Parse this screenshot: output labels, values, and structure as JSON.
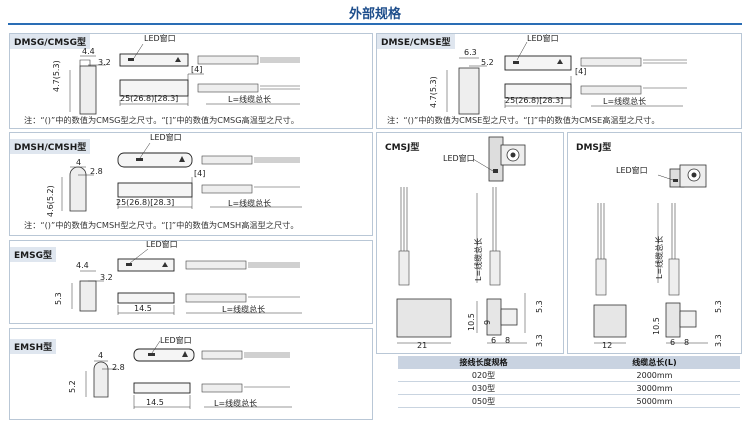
{
  "page": {
    "title": "外部规格"
  },
  "dmsg": {
    "header": "DMSG/CMSG型",
    "led": "LED窗口",
    "d_4_4": "4.4",
    "d_3_2": "3.2",
    "d_h": "4.7(5.3)",
    "d_4": "[4]",
    "d_len": "25(26.8)[28.3]",
    "d_cable": "L=线缆总长",
    "note": "注：“()”中的数值为CMSG型之尺寸。“[]”中的数值为CMSG高温型之尺寸。"
  },
  "dmse": {
    "header": "DMSE/CMSE型",
    "led": "LED窗口",
    "d_6_3": "6.3",
    "d_5_2": "5.2",
    "d_h": "4.7(5.3)",
    "d_4": "[4]",
    "d_len": "25(26.8)[28.3]",
    "d_cable": "L=线缆总长",
    "note": "注：“()”中的数值为CMSE型之尺寸。“[]”中的数值为CMSE高温型之尺寸。"
  },
  "dmsh": {
    "header": "DMSH/CMSH型",
    "led": "LED窗口",
    "d_4": "4",
    "d_2_8": "2.8",
    "d_h": "4.6(5.2)",
    "d_b4": "[4]",
    "d_len": "25(26.8)[28.3]",
    "d_cable": "L=线缆总长",
    "note": "注：“()”中的数值为CMSH型之尺寸。“[]”中的数值为CMSH高温型之尺寸。"
  },
  "emsg": {
    "header": "EMSG型",
    "led": "LED窗口",
    "d_4_4": "4.4",
    "d_3_2": "3.2",
    "d_h": "5.3",
    "d_len": "14.5",
    "d_cable": "L=线缆总长"
  },
  "emsh": {
    "header": "EMSH型",
    "led": "LED窗口",
    "d_4": "4",
    "d_2_8": "2.8",
    "d_h": "5.2",
    "d_len": "14.5",
    "d_cable": "L=线缆总长"
  },
  "cmsj": {
    "header": "CMSJ型",
    "led": "LED窗口",
    "d_cable": "L=线缆总长",
    "d_21": "21",
    "d_10_5": "10.5",
    "d_9": "9",
    "d_6": "6",
    "d_8": "8",
    "d_3_3": "3.3",
    "d_5_3": "5.3"
  },
  "dmsj": {
    "header": "DMSJ型",
    "led": "LED窗口",
    "d_cable": "L=线缆总长",
    "d_12": "12",
    "d_10_5": "10.5",
    "d_6": "6",
    "d_8": "8",
    "d_3_3": "3.3",
    "d_5_3": "5.3"
  },
  "table": {
    "col1": "接线长度规格",
    "col2": "线缆总长(L)",
    "rows": [
      {
        "spec": "020型",
        "length": "2000mm"
      },
      {
        "spec": "030型",
        "length": "3000mm"
      },
      {
        "spec": "050型",
        "length": "5000mm"
      }
    ]
  },
  "colors": {
    "accent": "#1e4e8c",
    "header_bg": "#dfe6ef",
    "panel_border": "#b9c7d6"
  }
}
